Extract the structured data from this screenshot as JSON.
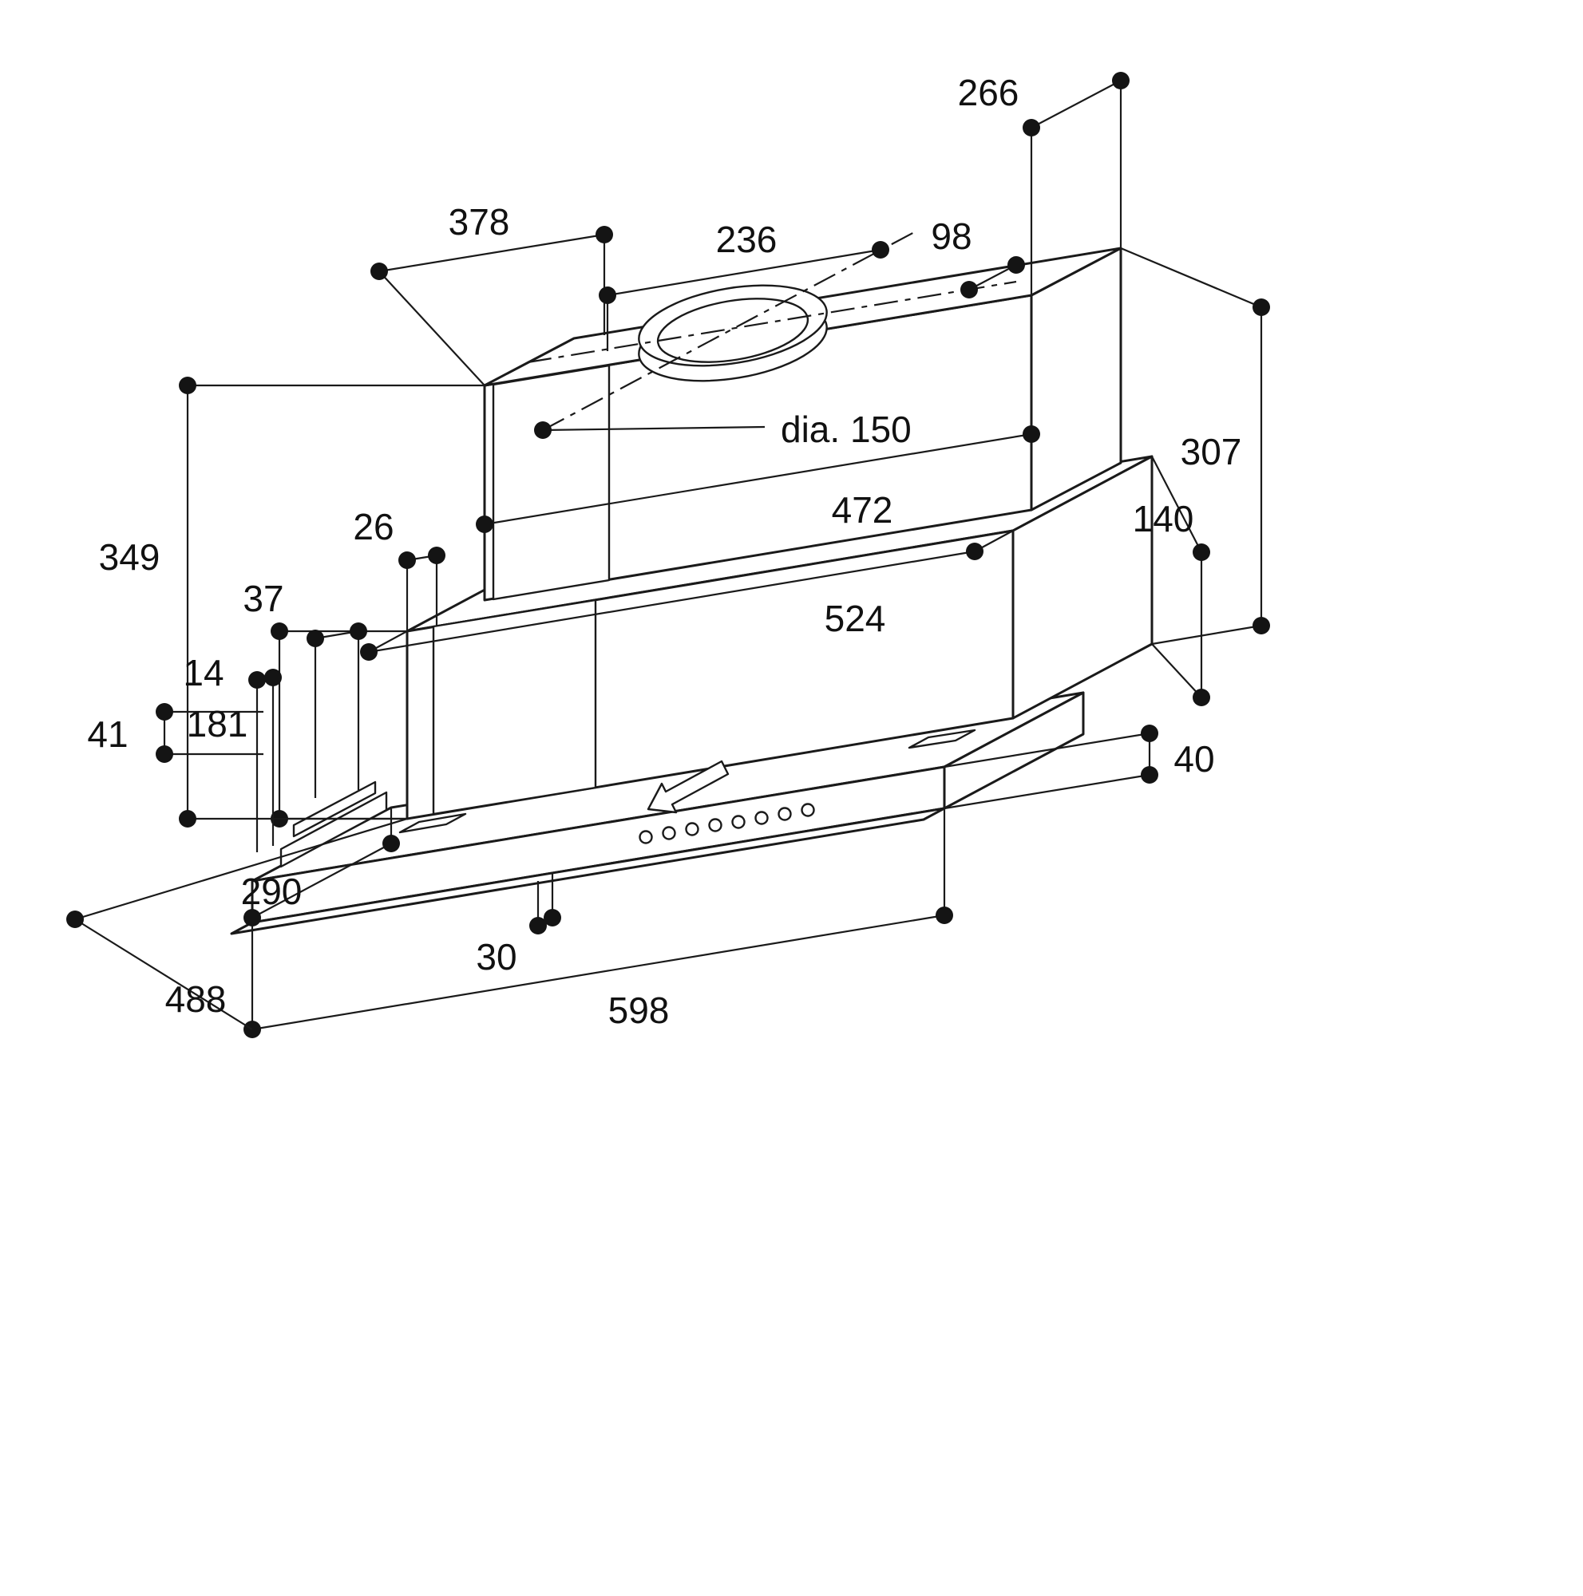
{
  "dims": {
    "d598": "598",
    "d488": "488",
    "d290": "290",
    "d30": "30",
    "d40": "40",
    "d524": "524",
    "d472": "472",
    "d181": "181",
    "d349": "349",
    "d26": "26",
    "d37": "37",
    "d14": "14",
    "d41": "41",
    "d378": "378",
    "d236": "236",
    "d266": "266",
    "d98": "98",
    "d307": "307",
    "d140": "140",
    "dia150": "dia. 150"
  }
}
